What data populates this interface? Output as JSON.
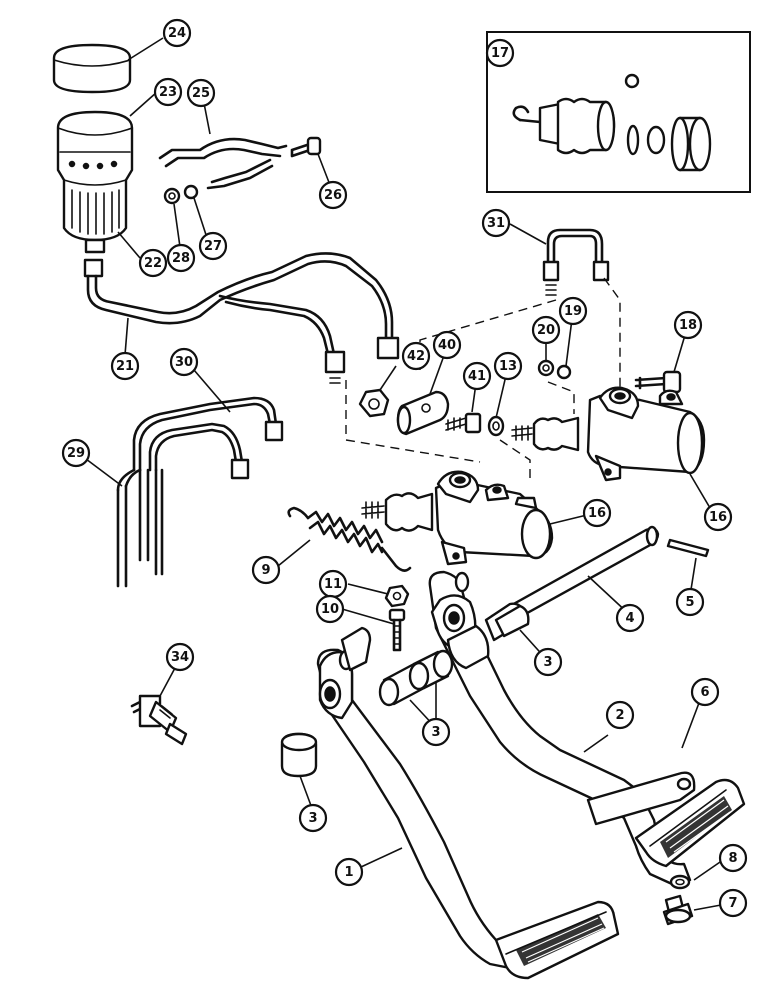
{
  "diagram": {
    "type": "exploded-parts-diagram",
    "subject": "brake pedals, master cylinders and reservoir",
    "callouts": [
      {
        "id": "c24",
        "label": "24"
      },
      {
        "id": "c23",
        "label": "23"
      },
      {
        "id": "c25",
        "label": "25"
      },
      {
        "id": "c26",
        "label": "26"
      },
      {
        "id": "c22",
        "label": "22"
      },
      {
        "id": "c28",
        "label": "28"
      },
      {
        "id": "c27",
        "label": "27"
      },
      {
        "id": "c17",
        "label": "17"
      },
      {
        "id": "c31",
        "label": "31"
      },
      {
        "id": "c21",
        "label": "21"
      },
      {
        "id": "c30",
        "label": "30"
      },
      {
        "id": "c42",
        "label": "42"
      },
      {
        "id": "c40",
        "label": "40"
      },
      {
        "id": "c41",
        "label": "41"
      },
      {
        "id": "c13",
        "label": "13"
      },
      {
        "id": "c20",
        "label": "20"
      },
      {
        "id": "c19",
        "label": "19"
      },
      {
        "id": "c18",
        "label": "18"
      },
      {
        "id": "c29",
        "label": "29"
      },
      {
        "id": "c16a",
        "label": "16"
      },
      {
        "id": "c16b",
        "label": "16"
      },
      {
        "id": "c9",
        "label": "9"
      },
      {
        "id": "c11",
        "label": "11"
      },
      {
        "id": "c10",
        "label": "10"
      },
      {
        "id": "c5",
        "label": "5"
      },
      {
        "id": "c4",
        "label": "4"
      },
      {
        "id": "c3a",
        "label": "3"
      },
      {
        "id": "c34",
        "label": "34"
      },
      {
        "id": "c3b",
        "label": "3"
      },
      {
        "id": "c2",
        "label": "2"
      },
      {
        "id": "c6",
        "label": "6"
      },
      {
        "id": "c3c",
        "label": "3"
      },
      {
        "id": "c1",
        "label": "1"
      },
      {
        "id": "c8",
        "label": "8"
      },
      {
        "id": "c7",
        "label": "7"
      }
    ]
  }
}
